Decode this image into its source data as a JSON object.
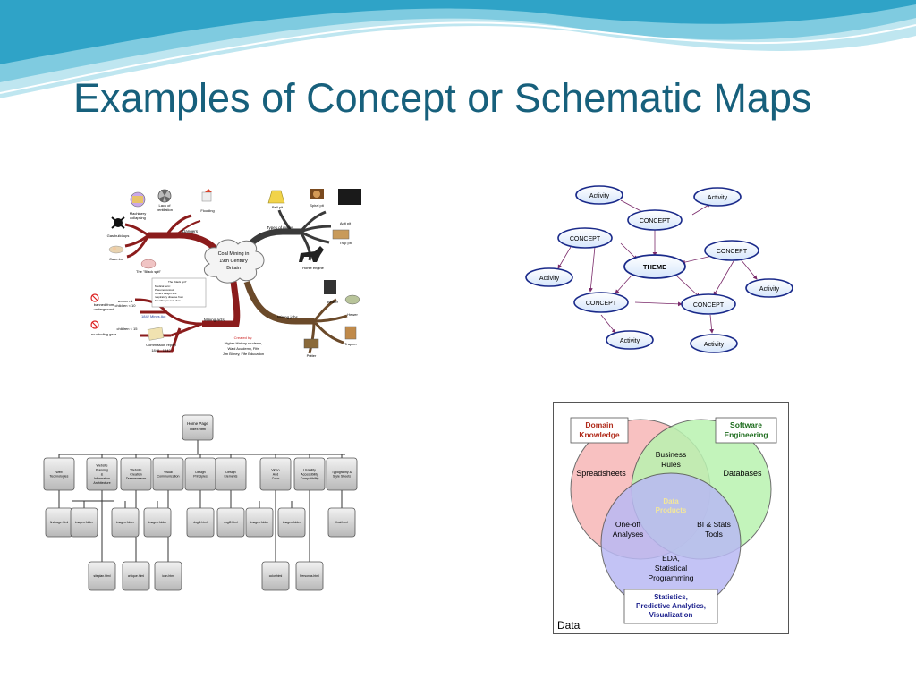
{
  "slide": {
    "title": "Examples of Concept or Schematic Maps"
  },
  "mindmap": {
    "center": [
      "Coal Mining in",
      "19th Century",
      "Britain"
    ],
    "branches": {
      "dangers": "Dangers",
      "types": "Types of mines",
      "mining_acts": "Mining acts",
      "mining_jobs": "Mining jobs"
    },
    "dangers_items": {
      "lack_vent": [
        "Lack of",
        "ventilation"
      ],
      "flooding": "Flooding",
      "machinery": [
        "Machinery",
        "collapsing"
      ],
      "gas": "Gas build-ups",
      "cave": "Cave-ins",
      "black_spit": "The \"Black spit\""
    },
    "types_items": {
      "bell": "Bell pit",
      "spiral": "Spiral pit",
      "adit": "Adit pit",
      "trap": "Trap pit",
      "horse": "Horse engine"
    },
    "jobs_items": {
      "bearer": "Bearer",
      "hewer": "Hewer",
      "trapper": "Trapper",
      "putter": "Putter"
    },
    "acts_items": {
      "women": [
        "women &",
        "children < 10"
      ],
      "banned": [
        "banned from",
        "underground"
      ],
      "act1842": "1842 Mines Act",
      "children15": "children < 15",
      "winding": "no winding gear",
      "commission": [
        "Commission report",
        "1840 - 1842"
      ]
    },
    "note": [
      "The \"black spit\"",
      "Medical term:",
      "Pneumoconiosis",
      "Miners caught this",
      "respiratory disease from",
      "breathing in coal dust"
    ],
    "credit": [
      "Created by:",
      "Higher History students,",
      "Waid Academy, Fife",
      "Jim Birney, Fife Education"
    ]
  },
  "concept": {
    "theme": "THEME",
    "concept": "CONCEPT",
    "activity": "Activity"
  },
  "sitemap": {
    "root": [
      "Home Page",
      "index.html"
    ],
    "level1": [
      [
        "Web",
        "Technologies"
      ],
      [
        "Website",
        "Planning",
        "&",
        "Information",
        "Architecture"
      ],
      [
        "Website",
        "Creation",
        "Dreamweaver"
      ],
      [
        "Visual",
        "Communication"
      ],
      [
        "Design",
        "Principles"
      ],
      [
        "Design",
        "Elements"
      ],
      [
        "Video",
        "And",
        "Color"
      ],
      [
        "Usability",
        "Accessibility",
        "Compatibility"
      ],
      [
        "Typography &",
        "Style Sheets"
      ]
    ],
    "level2": [
      "firstpage.html",
      "images folder",
      "images folder",
      "images folder",
      "images folder",
      "dsgl1.html",
      "dsgl2.html",
      "images folder",
      "images folder",
      "images folder",
      "final.html"
    ],
    "level3": [
      "siteplan.html",
      "critique.html",
      "icon.html",
      "color.html",
      "Personas.html"
    ]
  },
  "venn": {
    "domain": [
      "Domain",
      "Knowledge"
    ],
    "software": [
      "Software",
      "Engineering"
    ],
    "spreadsheets": "Spreadsheets",
    "databases": "Databases",
    "business": [
      "Business",
      "Rules"
    ],
    "data_products": [
      "Data",
      "Products"
    ],
    "oneoff": [
      "One-off",
      "Analyses"
    ],
    "bistats": [
      "BI & Stats",
      "Tools"
    ],
    "eda": [
      "EDA,",
      "Statistical",
      "Programming"
    ],
    "stats": [
      "Statistics,",
      "Predictive Analytics,",
      "Visualization"
    ],
    "data": "Data",
    "colors": {
      "red": "#f7b7b7",
      "green": "#b9f2b0",
      "blue": "#b9b9f4",
      "domain_text": "#b02a1a",
      "software_text": "#1c6b1c",
      "stats_text": "#1a1f8c",
      "center_text": "#f3e79a"
    }
  }
}
